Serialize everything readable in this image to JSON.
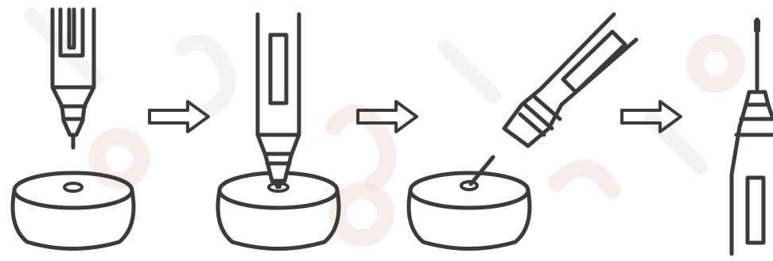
{
  "steps": [
    {
      "id": 1,
      "pen_state": "vertical-above-base"
    },
    {
      "id": 2,
      "pen_state": "vertical-inserted-into-base"
    },
    {
      "id": 3,
      "pen_state": "tilted-removed-tip-left-in-base"
    },
    {
      "id": 4,
      "pen_state": "vertical-with-tip-installed"
    }
  ],
  "arrows": [
    {
      "from": 1,
      "to": 2,
      "icon": "right-arrow-icon"
    },
    {
      "from": 2,
      "to": 3,
      "icon": "right-arrow-icon"
    },
    {
      "from": 3,
      "to": 4,
      "icon": "right-arrow-icon"
    }
  ],
  "colors": {
    "line": "#3d3a3a",
    "background": "#ffffff",
    "watermark": "#f3dede"
  }
}
